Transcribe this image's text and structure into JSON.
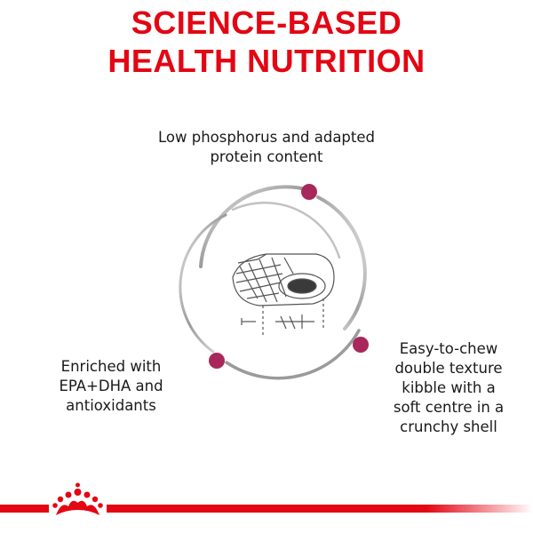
{
  "header": {
    "title_line1": "SCIENCE-BASED",
    "title_line2": "HEALTH NUTRITION"
  },
  "benefits": {
    "top": {
      "line1": "Low phosphorus and adapted",
      "line2": "protein content"
    },
    "left": {
      "line1": "Enriched with",
      "line2": "EPA+DHA and",
      "line3": "antioxidants"
    },
    "right": {
      "line1": "Easy-to-chew",
      "line2": "double texture",
      "line3": "kibble with a",
      "line4": "soft centre in a",
      "line5": "crunchy shell"
    }
  },
  "icons": {
    "center": "kibble-sketch-icon",
    "bullets": "dot-marker-icon",
    "logo": "royal-crown-icon"
  },
  "colors": {
    "brand_red": "#e30613",
    "dot_purple": "#a8285c",
    "ring_gray": "#b3b3b3",
    "text": "#1a1a1a"
  }
}
